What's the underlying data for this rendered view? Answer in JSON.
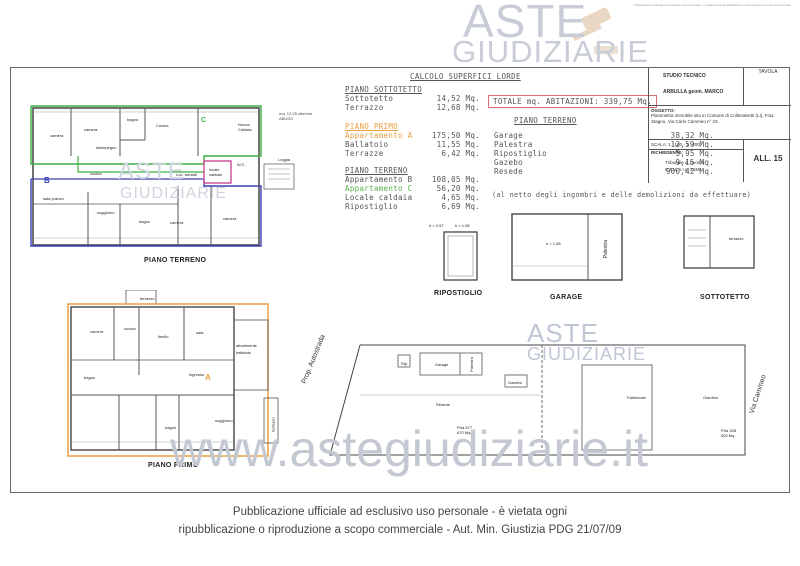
{
  "header_note": "Pubblicazione ufficiale ad esclusivo uso personale - è vietata ogni ripubblicazione o riproduzione a scopo commerciale",
  "watermark": {
    "line1": "ASTE",
    "line2": "GIUDIZIARIE",
    "url": "www.astegiudiziarie.it",
    "registered": "®"
  },
  "title_block": {
    "studio": "STUDIO TECNICO",
    "name": "ARBULLA geom. MARCO",
    "tavola_label": "TAVOLA",
    "oggetto_label": "OGGETTO:",
    "oggetto_text": "Planimetria immobile sito in Comune di Collesalvetti (LI), Fraz. Stagno, Via Carlo Cammeo n° 23.",
    "scala": "SCALA: 1 : 100 - 1 : 200",
    "richiedente_label": "RICHIEDENTE:",
    "richiedente_1": "Tribunale di Livorno",
    "richiedente_2": "C.T.U. n.r.g. 2436",
    "all": "ALL. 15"
  },
  "calc": {
    "title": "CALCOLO SUPERFICI LORDE",
    "sottotetto_h": "PIANO SOTTOTETTO",
    "sottotetto": [
      {
        "label": "Sottotetto",
        "value": "14,52 Mq."
      },
      {
        "label": "Terrazzo",
        "value": "12,68 Mq."
      }
    ],
    "primo_h": "PIANO PRIMO",
    "primo": [
      {
        "label": "Appartamento A",
        "value": "175,50 Mq."
      },
      {
        "label": "Ballatoio",
        "value": "11,55 Mq."
      },
      {
        "label": "Terrazze",
        "value": "6,42 Mq."
      }
    ],
    "terreno_h": "PIANO TERRENO",
    "terreno": [
      {
        "label": "Appartamento B",
        "value": "108,05 Mq."
      },
      {
        "label": "Appartamento C",
        "value": "56,20 Mq."
      },
      {
        "label": "Locale caldaia",
        "value": "4,65 Mq."
      },
      {
        "label": "Ripostiglio",
        "value": "6,69 Mq."
      }
    ],
    "totale": "TOTALE mq. ABITAZIONI: 339,75 Mq.",
    "terreno2_h": "PIANO TERRENO",
    "terreno2": [
      {
        "label": "Garage",
        "value": "38,32 Mq."
      },
      {
        "label": "Palestra",
        "value": "12,59 Mq."
      },
      {
        "label": "Ripostiglio",
        "value": "5,95 Mq."
      },
      {
        "label": "Gazebo",
        "value": "9,15 Mq."
      },
      {
        "label": "Resede",
        "value": "900,42 Mq."
      }
    ],
    "nota": "(al netto degli ingombri e delle demolizioni da effettuare)"
  },
  "captions": {
    "piano_terreno": "PIANO TERRENO",
    "piano_primo": "PIANO PRIMO",
    "ripostiglio": "RIPOSTIGLIO",
    "garage": "GARAGE",
    "sottotetto": "SOTTOTETTO"
  },
  "plan_labels": {
    "camera": "camera",
    "disimpegno": "disimpegno",
    "bagno": "bagno",
    "cucina": "Cucina",
    "nuova_caldaia": "Nuova Caldaia",
    "mq_note": "mq. 12,25 ulteriore ABUSO",
    "loggia": "Loggia",
    "wc": "W.C.",
    "locale_caldaia": "locale caldaia",
    "loc_armadi": "Loc. armadi",
    "sala_pranzo": "sala pranzo",
    "soggiorno": "soggiorno",
    "terrazzo": "terrazzo",
    "cucina2": "cucina",
    "tinello": "tinello",
    "sala": "sala",
    "ingresso": "ingresso",
    "ballatoio": "ballatoio",
    "attualmente": "attualmente",
    "palestra": "Palestra",
    "h_garage": "h = 1,98",
    "garage_site": "Garage",
    "gazebo": "Gazebo",
    "resede": "Resede",
    "fabbricato": "Fabbricato",
    "giardino": "Giardino",
    "prop_autostrada": "Prop. Autostrada",
    "via_cammeo": "Via Cammeo",
    "part_677": "P.lla 677\n670 Mq.",
    "part_328": "P.lla 328\n500 Mq.",
    "rip": "Rip.",
    "h_rip": "h = 2,57",
    "h_rip2": "h = 1,98",
    "marker_a": "A",
    "marker_b": "B",
    "marker_c": "C"
  },
  "footer": {
    "line1": "Pubblicazione ufficiale ad esclusivo uso personale - è vietata ogni",
    "line2": "ripubblicazione o riproduzione a scopo commerciale - Aut. Min. Giustizia PDG 21/07/09"
  }
}
